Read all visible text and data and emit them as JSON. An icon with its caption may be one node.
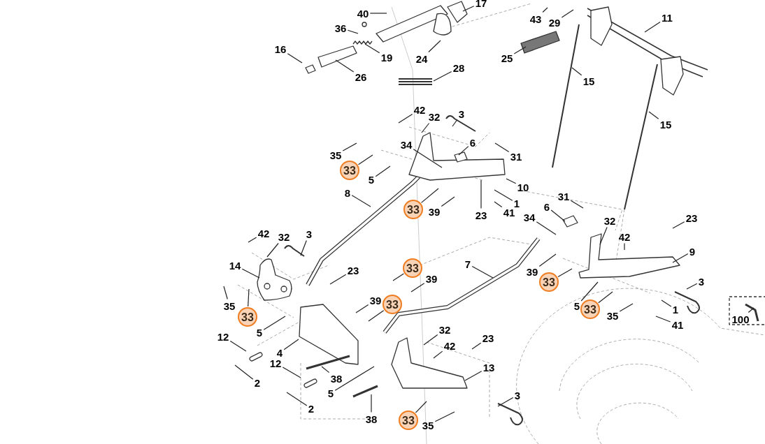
{
  "diagram": {
    "nodes": [
      {
        "text": [
          "17"
        ]
      },
      {
        "text": [
          "40"
        ]
      },
      {
        "text": [
          "36"
        ]
      },
      {
        "text": [
          "16"
        ]
      },
      {
        "text": [
          "19"
        ]
      },
      {
        "text": [
          "26"
        ]
      },
      {
        "text": [
          "24"
        ]
      },
      {
        "text": [
          "28"
        ]
      },
      {
        "text": [
          "43"
        ]
      },
      {
        "text": [
          "29"
        ]
      },
      {
        "text": [
          "25"
        ]
      },
      {
        "text": [
          "11"
        ]
      },
      {
        "text": [
          "15"
        ]
      },
      {
        "text": [
          "15"
        ]
      },
      {
        "text": [
          "42"
        ]
      },
      {
        "text": [
          "32"
        ]
      },
      {
        "text": [
          "3"
        ]
      },
      {
        "text": [
          "35"
        ]
      },
      {
        "text": [
          "33"
        ]
      },
      {
        "text": [
          "5"
        ]
      },
      {
        "text": [
          "34"
        ]
      },
      {
        "text": [
          "6"
        ]
      },
      {
        "text": [
          "31"
        ]
      },
      {
        "text": [
          "10"
        ]
      },
      {
        "text": [
          "1"
        ]
      },
      {
        "text": [
          "41"
        ]
      },
      {
        "text": [
          "23"
        ]
      },
      {
        "text": [
          "8"
        ]
      },
      {
        "text": [
          "33"
        ]
      },
      {
        "text": [
          "39"
        ]
      },
      {
        "text": [
          "31"
        ]
      },
      {
        "text": [
          "6"
        ]
      },
      {
        "text": [
          "34"
        ]
      },
      {
        "text": [
          "32"
        ]
      },
      {
        "text": [
          "42"
        ]
      },
      {
        "text": [
          "23"
        ]
      },
      {
        "text": [
          "9"
        ]
      },
      {
        "text": [
          "39"
        ]
      },
      {
        "text": [
          "33"
        ]
      },
      {
        "text": [
          "3"
        ]
      },
      {
        "text": [
          "5"
        ]
      },
      {
        "text": [
          "33"
        ]
      },
      {
        "text": [
          "35"
        ]
      },
      {
        "text": [
          "1"
        ]
      },
      {
        "text": [
          "41"
        ]
      },
      {
        "text": [
          "100"
        ]
      },
      {
        "text": [
          "42"
        ]
      },
      {
        "text": [
          "32"
        ]
      },
      {
        "text": [
          "3"
        ]
      },
      {
        "text": [
          "14"
        ]
      },
      {
        "text": [
          "35"
        ]
      },
      {
        "text": [
          "33"
        ]
      },
      {
        "text": [
          "5"
        ]
      },
      {
        "text": [
          "12"
        ]
      },
      {
        "text": [
          "4"
        ]
      },
      {
        "text": [
          "12"
        ]
      },
      {
        "text": [
          "2"
        ]
      },
      {
        "text": [
          "38"
        ]
      },
      {
        "text": [
          "2"
        ]
      },
      {
        "text": [
          "5"
        ]
      },
      {
        "text": [
          "38"
        ]
      },
      {
        "text": [
          "23"
        ]
      },
      {
        "text": [
          "33"
        ]
      },
      {
        "text": [
          "39"
        ]
      },
      {
        "text": [
          "39"
        ]
      },
      {
        "text": [
          "33"
        ]
      },
      {
        "text": [
          "7"
        ]
      },
      {
        "text": [
          "32"
        ]
      },
      {
        "text": [
          "42"
        ]
      },
      {
        "text": [
          "23"
        ]
      },
      {
        "text": [
          "13"
        ]
      },
      {
        "text": [
          "3"
        ]
      },
      {
        "text": [
          "33"
        ]
      },
      {
        "text": [
          "35"
        ]
      }
    ],
    "edges": [
      {
        "from": 0,
        "to": null,
        "arrow": "none"
      },
      {
        "from": 1,
        "to": null,
        "arrow": "none"
      },
      {
        "from": 2,
        "to": null,
        "arrow": "none"
      },
      {
        "from": 3,
        "to": null,
        "arrow": "none"
      },
      {
        "from": 4,
        "to": null,
        "arrow": "none"
      },
      {
        "from": 5,
        "to": null,
        "arrow": "none"
      },
      {
        "from": 6,
        "to": null,
        "arrow": "none"
      },
      {
        "from": 7,
        "to": null,
        "arrow": "none"
      },
      {
        "from": 8,
        "to": null,
        "arrow": "none"
      },
      {
        "from": 9,
        "to": null,
        "arrow": "none"
      },
      {
        "from": 10,
        "to": null,
        "arrow": "none"
      },
      {
        "from": 11,
        "to": null,
        "arrow": "none"
      },
      {
        "from": 12,
        "to": null,
        "arrow": "none"
      },
      {
        "from": 13,
        "to": null,
        "arrow": "none"
      },
      {
        "from": 14,
        "to": null,
        "arrow": "none"
      },
      {
        "from": 15,
        "to": null,
        "arrow": "none"
      },
      {
        "from": 16,
        "to": null,
        "arrow": "none"
      },
      {
        "from": 17,
        "to": null,
        "arrow": "none"
      },
      {
        "from": 18,
        "to": null,
        "arrow": "none"
      },
      {
        "from": 19,
        "to": null,
        "arrow": "none"
      },
      {
        "from": 20,
        "to": null,
        "arrow": "none"
      },
      {
        "from": 21,
        "to": null,
        "arrow": "none"
      },
      {
        "from": 22,
        "to": null,
        "arrow": "none"
      },
      {
        "from": 23,
        "to": null,
        "arrow": "none"
      },
      {
        "from": 24,
        "to": null,
        "arrow": "none"
      },
      {
        "from": 25,
        "to": null,
        "arrow": "none"
      },
      {
        "from": 26,
        "to": null,
        "arrow": "none"
      },
      {
        "from": 27,
        "to": null,
        "arrow": "none"
      },
      {
        "from": 28,
        "to": null,
        "arrow": "none"
      },
      {
        "from": 29,
        "to": null,
        "arrow": "none"
      },
      {
        "from": 30,
        "to": null,
        "arrow": "none"
      },
      {
        "from": 31,
        "to": null,
        "arrow": "none"
      },
      {
        "from": 32,
        "to": null,
        "arrow": "none"
      },
      {
        "from": 33,
        "to": null,
        "arrow": "none"
      },
      {
        "from": 34,
        "to": null,
        "arrow": "none"
      },
      {
        "from": 35,
        "to": null,
        "arrow": "none"
      },
      {
        "from": 36,
        "to": null,
        "arrow": "none"
      },
      {
        "from": 37,
        "to": null,
        "arrow": "none"
      },
      {
        "from": 38,
        "to": null,
        "arrow": "none"
      },
      {
        "from": 39,
        "to": null,
        "arrow": "none"
      },
      {
        "from": 40,
        "to": null,
        "arrow": "none"
      },
      {
        "from": 41,
        "to": null,
        "arrow": "none"
      },
      {
        "from": 42,
        "to": null,
        "arrow": "none"
      },
      {
        "from": 43,
        "to": null,
        "arrow": "none"
      },
      {
        "from": 44,
        "to": null,
        "arrow": "none"
      },
      {
        "from": 45,
        "to": null,
        "arrow": "none"
      },
      {
        "from": 46,
        "to": null,
        "arrow": "none"
      },
      {
        "from": 47,
        "to": null,
        "arrow": "none"
      },
      {
        "from": 48,
        "to": null,
        "arrow": "none"
      },
      {
        "from": 49,
        "to": null,
        "arrow": "none"
      },
      {
        "from": 50,
        "to": null,
        "arrow": "none"
      },
      {
        "from": 51,
        "to": null,
        "arrow": "none"
      },
      {
        "from": 52,
        "to": null,
        "arrow": "none"
      },
      {
        "from": 53,
        "to": null,
        "arrow": "none"
      },
      {
        "from": 54,
        "to": null,
        "arrow": "none"
      },
      {
        "from": 55,
        "to": null,
        "arrow": "none"
      },
      {
        "from": 56,
        "to": null,
        "arrow": "none"
      },
      {
        "from": 57,
        "to": null,
        "arrow": "none"
      },
      {
        "from": 58,
        "to": null,
        "arrow": "none"
      },
      {
        "from": 59,
        "to": null,
        "arrow": "none"
      },
      {
        "from": 60,
        "to": null,
        "arrow": "none"
      },
      {
        "from": 61,
        "to": null,
        "arrow": "none"
      },
      {
        "from": 62,
        "to": null,
        "arrow": "none"
      },
      {
        "from": 63,
        "to": null,
        "arrow": "none"
      },
      {
        "from": 64,
        "to": null,
        "arrow": "none"
      },
      {
        "from": 65,
        "to": null,
        "arrow": "none"
      },
      {
        "from": 66,
        "to": null,
        "arrow": "none"
      },
      {
        "from": 67,
        "to": null,
        "arrow": "none"
      },
      {
        "from": 68,
        "to": null,
        "arrow": "none"
      },
      {
        "from": 69,
        "to": null,
        "arrow": "none"
      },
      {
        "from": 70,
        "to": null,
        "arrow": "none"
      },
      {
        "from": 71,
        "to": null,
        "arrow": "none"
      },
      {
        "from": 72,
        "to": null,
        "arrow": "none"
      },
      {
        "from": 73,
        "to": null,
        "arrow": "none"
      }
    ]
  }
}
